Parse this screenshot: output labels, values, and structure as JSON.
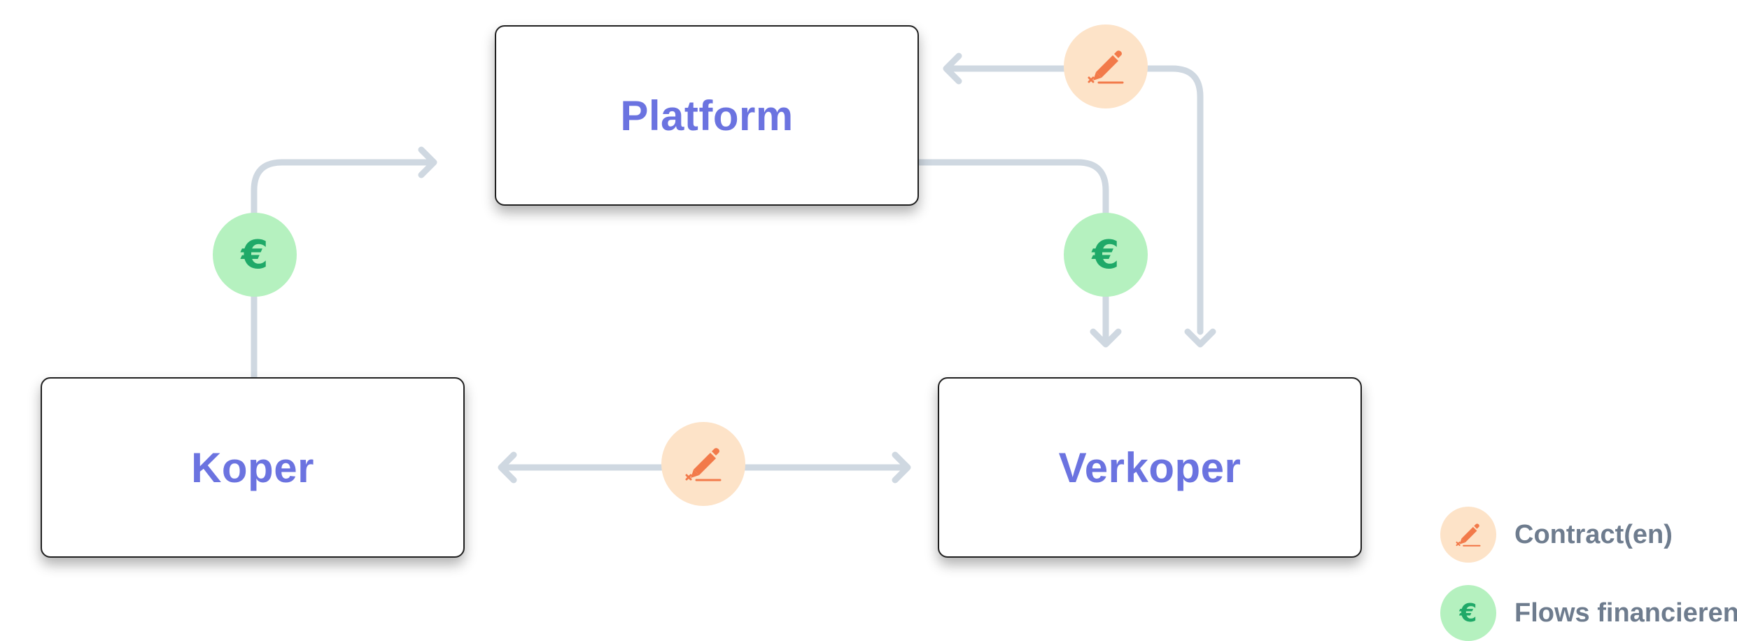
{
  "nodes": {
    "platform": "Platform",
    "koper": "Koper",
    "verkoper": "Verkoper"
  },
  "legend": {
    "contract": "Contract(en)",
    "money": "Flows financieren"
  },
  "symbols": {
    "euro": "€",
    "contract_icon": "pen-signature-icon"
  },
  "colors": {
    "node_text": "#6b73e0",
    "connector": "#cfd8e1",
    "contract_bg": "#fde3c8",
    "contract_icon": "#f27a4a",
    "money_bg": "#b5f1bf",
    "money_icon": "#1fa968",
    "legend_text": "#6e7c8e"
  }
}
